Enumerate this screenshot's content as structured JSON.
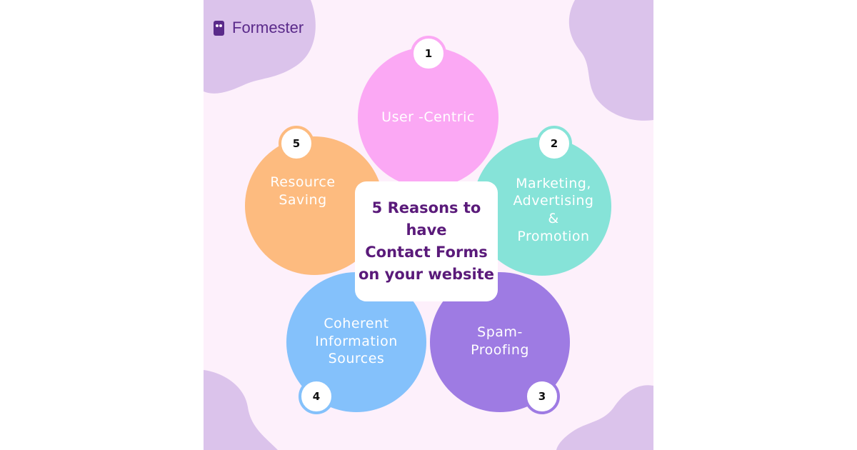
{
  "brand": {
    "name": "Formester"
  },
  "title": "5 Reasons to\nhave\nContact Forms\non your website",
  "reasons": [
    {
      "number": "1",
      "label": "User -Centric",
      "color": "#fba8f4"
    },
    {
      "number": "2",
      "label": "Marketing,\nAdvertising\n&\nPromotion",
      "color": "#86e3d8"
    },
    {
      "number": "3",
      "label": "Spam-\nProofing",
      "color": "#9e7be3"
    },
    {
      "number": "4",
      "label": "Coherent\nInformation\nSources",
      "color": "#84c1fb"
    },
    {
      "number": "5",
      "label": "Resource\nSaving",
      "color": "#fdbb7f"
    }
  ],
  "colors": {
    "background": "#fdf0fb",
    "blob": "#dbc3eb",
    "title": "#5a1a7a",
    "brand": "#5a2a8a"
  }
}
